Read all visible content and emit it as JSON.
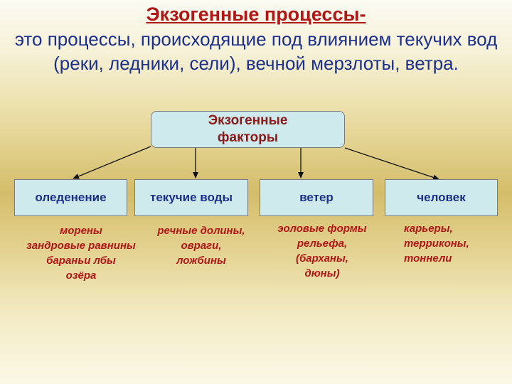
{
  "title": "Экзогенные процессы-",
  "subtitle": "это процессы, происходящие под влиянием текучих вод (реки, ледники, сели), вечной мерзлоты, ветра.",
  "top_node": {
    "line1": "Экзогенные",
    "line2": "факторы"
  },
  "categories": [
    {
      "label": "оледенение",
      "examples": [
        "морены",
        "зандровые равнины",
        "бараньи лбы",
        "озёра"
      ]
    },
    {
      "label": "текучие воды",
      "examples": [
        "речные долины,",
        "овраги,",
        "ложбины"
      ]
    },
    {
      "label": "ветер",
      "examples": [
        "эоловые формы",
        "рельефа,",
        "(барханы,",
        "дюны)"
      ]
    },
    {
      "label": "человек",
      "examples": [
        "карьеры,",
        "терриконы,",
        "тоннели"
      ]
    }
  ],
  "colors": {
    "title": "#b01818",
    "subtitle": "#1c2f8c",
    "box_fill": "#cfeaec",
    "examples": "#b01818"
  }
}
